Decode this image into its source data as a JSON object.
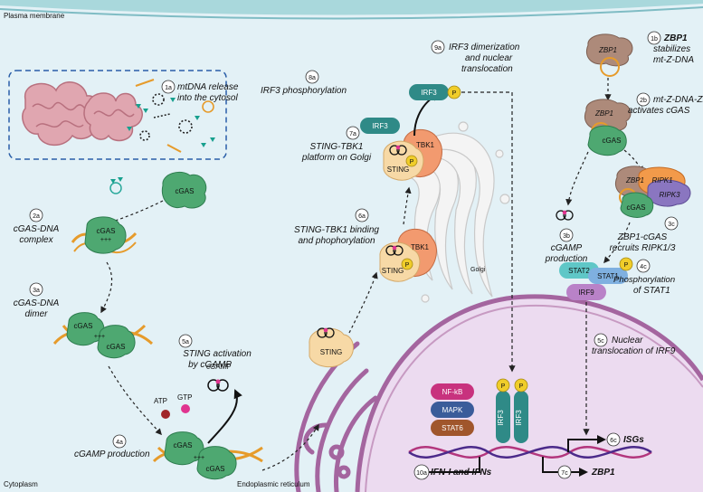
{
  "colors": {
    "cell": "#e3f1f6",
    "membrane": "#a9d8dc",
    "nucleus": "#ecdbf0",
    "nuclear_env": "#a4659f",
    "cgas": "#4ea871",
    "sting": "#f7d9a6",
    "tbk1": "#f29a6f",
    "phospho": "#f0cd2a",
    "irf3": "#2f8a87",
    "zbp1": "#ad8a7a",
    "ripk1": "#f29a4a",
    "ripk3": "#8a76c0",
    "stat1": "#7fb0e0",
    "stat2": "#5fc7c7",
    "irf9": "#b982c8",
    "nfkb": "#c8327e",
    "mapk": "#3a5c9a",
    "stat6": "#a0562c",
    "dna": "#e69b2b"
  },
  "region_labels": {
    "plasma_membrane": "Plasma membrane",
    "cytoplasm": "Cytoplasm",
    "er": "Endoplasmic reticulum",
    "golgi": "Golgi"
  },
  "steps": {
    "s1a": {
      "num": "1a",
      "line1": "mtDNA release",
      "line2": "into the cytosol"
    },
    "s1b": {
      "num": "1b",
      "line1": "ZBP1",
      "line2": "stabilizes",
      "line3": "mt-Z-DNA"
    },
    "s2a": {
      "num": "2a",
      "line1": "cGAS-DNA",
      "line2": "complex"
    },
    "s2b": {
      "num": "2b",
      "line1": "mt-Z-DNA-ZBP1",
      "line2": "activates cGAS"
    },
    "s3a": {
      "num": "3a",
      "line1": "cGAS-DNA",
      "line2": "dimer"
    },
    "s3b": {
      "num": "3b",
      "line1": "cGAMP",
      "line2": "production"
    },
    "s3c": {
      "num": "3c",
      "line1": "ZBP1-cGAS",
      "line2": "recruits RIPK1/3"
    },
    "s4a": {
      "num": "4a",
      "line1": "cGAMP production"
    },
    "s4c": {
      "num": "4c",
      "line1": "Phosphorylation",
      "line2": "of STAT1"
    },
    "s5a": {
      "num": "5a",
      "line1": "STING activation",
      "line2": "by cGAMP"
    },
    "s5c": {
      "num": "5c",
      "line1": "Nuclear",
      "line2": "translocation of IRF9"
    },
    "s6a": {
      "num": "6a",
      "line1": "STING-TBK1 binding",
      "line2": "and phophorylation"
    },
    "s6c": {
      "num": "6c",
      "line1": "ISGs"
    },
    "s7a": {
      "num": "7a",
      "line1": "STING-TBK1",
      "line2": "platform on Golgi"
    },
    "s7c": {
      "num": "7c",
      "line1": "ZBP1"
    },
    "s8a": {
      "num": "8a",
      "line1": "IRF3 phosphorylation"
    },
    "s9a": {
      "num": "9a",
      "line1": "IRF3 dimerization",
      "line2": "and nuclear",
      "line3": "translocation"
    },
    "s10a": {
      "num": "10a",
      "line1": "IFN-I and IFNs"
    }
  },
  "molecules": {
    "cgas": "cGAS",
    "sting": "STING",
    "tbk1": "TBK1",
    "irf3": "IRF3",
    "p": "P",
    "cgamp": "cGAMP",
    "atp": "ATP",
    "gtp": "GTP",
    "zbp1": "ZBP1",
    "ripk1": "RIPK1",
    "ripk3": "RIPK3",
    "stat1": "STAT1",
    "stat2": "STAT2",
    "irf9": "IRF9",
    "nfkb": "NF-kB",
    "mapk": "MAPK",
    "stat6": "STAT6",
    "plus": "+++"
  }
}
